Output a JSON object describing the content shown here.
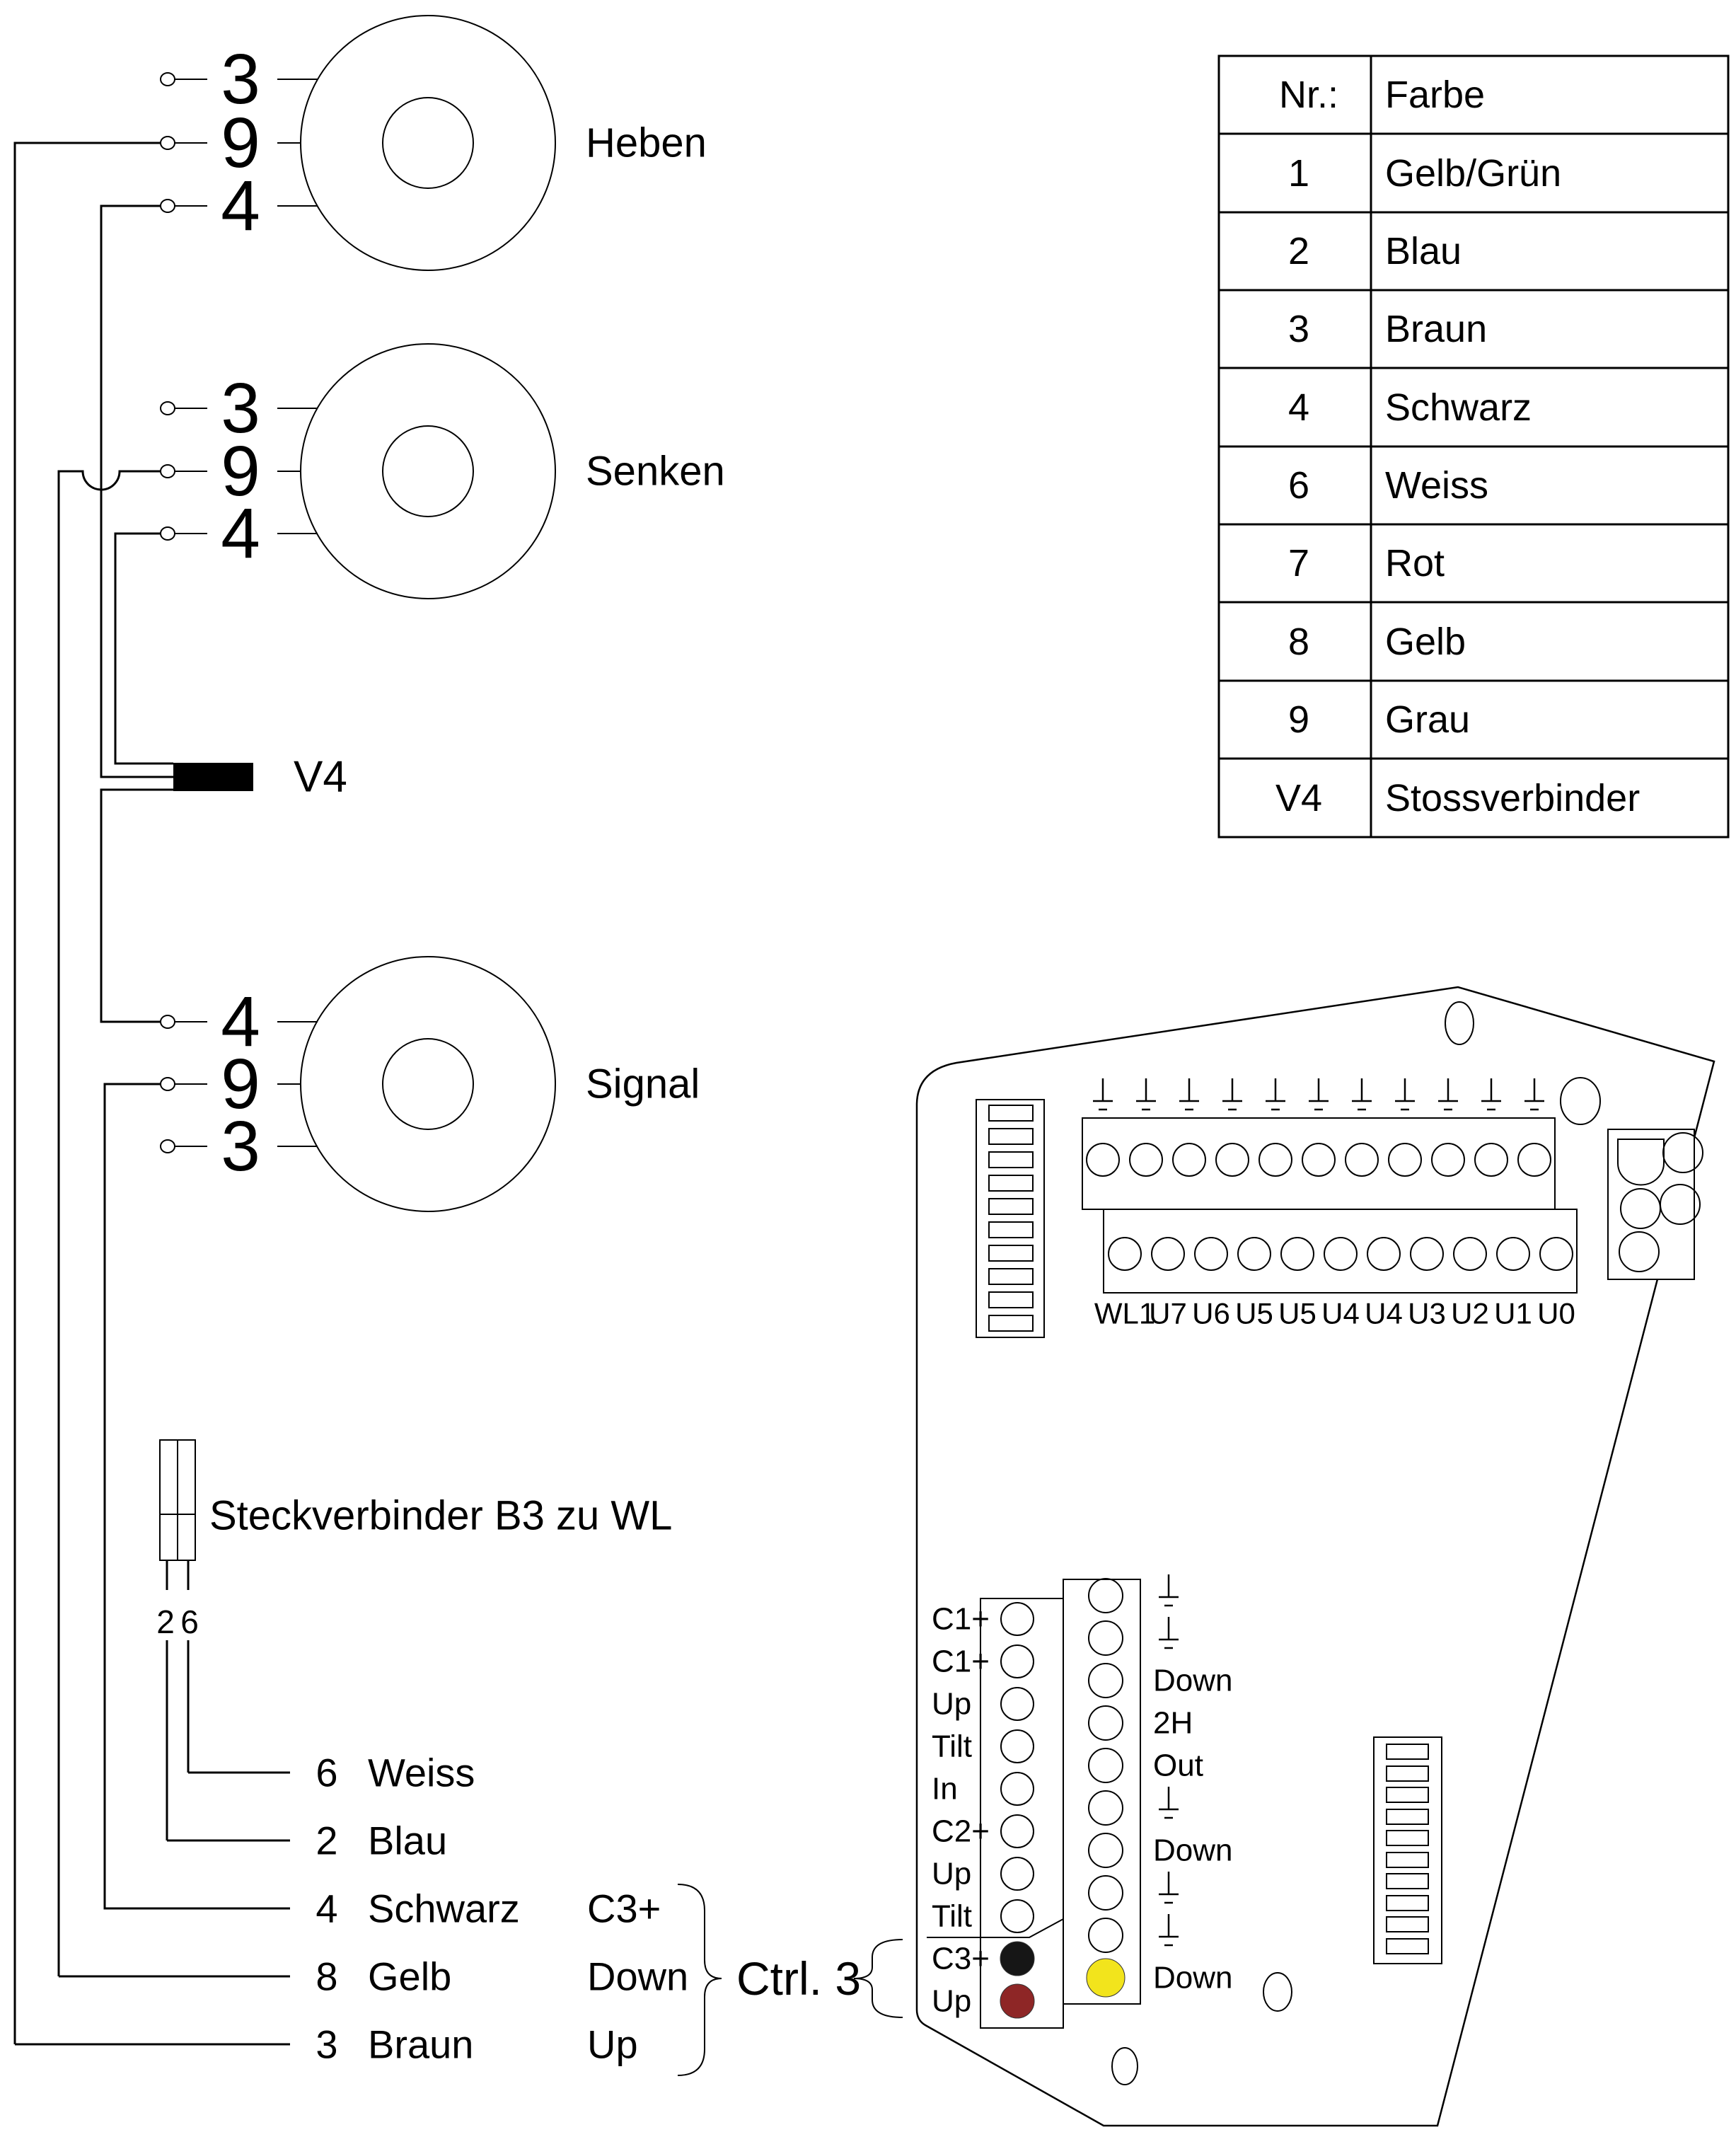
{
  "color_table": {
    "header": {
      "nr": "Nr.:",
      "farbe": "Farbe"
    },
    "rows": [
      {
        "nr": "1",
        "farbe": "Gelb/Grün"
      },
      {
        "nr": "2",
        "farbe": "Blau"
      },
      {
        "nr": "3",
        "farbe": "Braun"
      },
      {
        "nr": "4",
        "farbe": "Schwarz"
      },
      {
        "nr": "6",
        "farbe": "Weiss"
      },
      {
        "nr": "7",
        "farbe": "Rot"
      },
      {
        "nr": "8",
        "farbe": "Gelb"
      },
      {
        "nr": "9",
        "farbe": "Grau"
      },
      {
        "nr": "V4",
        "farbe": "Stossverbinder"
      }
    ]
  },
  "coils": [
    {
      "name": "Heben",
      "pins": [
        "3",
        "9",
        "4"
      ]
    },
    {
      "name": "Senken",
      "pins": [
        "3",
        "9",
        "4"
      ]
    },
    {
      "name": "Signal",
      "pins": [
        "4",
        "9",
        "3"
      ]
    }
  ],
  "splice_v4": {
    "label": "V4"
  },
  "steckverbinder": {
    "label": "Steckverbinder B3 zu WL",
    "pins": [
      "2",
      "6"
    ]
  },
  "wire_rows": [
    {
      "nr": "6",
      "farbe": "Weiss",
      "fn": ""
    },
    {
      "nr": "2",
      "farbe": "Blau",
      "fn": ""
    },
    {
      "nr": "4",
      "farbe": "Schwarz",
      "fn": "C3+"
    },
    {
      "nr": "8",
      "farbe": "Gelb",
      "fn": "Down"
    },
    {
      "nr": "3",
      "farbe": "Braun",
      "fn": "Up"
    }
  ],
  "ctrl3": {
    "label": "Ctrl. 3"
  },
  "board": {
    "u_labels": [
      "WL1",
      "U7",
      "U6",
      "U5",
      "U5",
      "U4",
      "U4",
      "U3",
      "U2",
      "U1",
      "U0"
    ],
    "left_labels": [
      "C1+",
      "C1+",
      "Up",
      "Tilt",
      "In",
      "C2+",
      "Up",
      "Tilt",
      "C3+",
      "Up"
    ],
    "right_labels": [
      "Down",
      "2H",
      "Out",
      "Down",
      "Down"
    ]
  },
  "colors": {
    "blau": "#3c5ba8",
    "gelb": "#eee20a",
    "braun": "#8e2222",
    "led_schwarz": "#161616",
    "led_rot": "#8e2626",
    "led_gelb": "#f2e41c"
  }
}
